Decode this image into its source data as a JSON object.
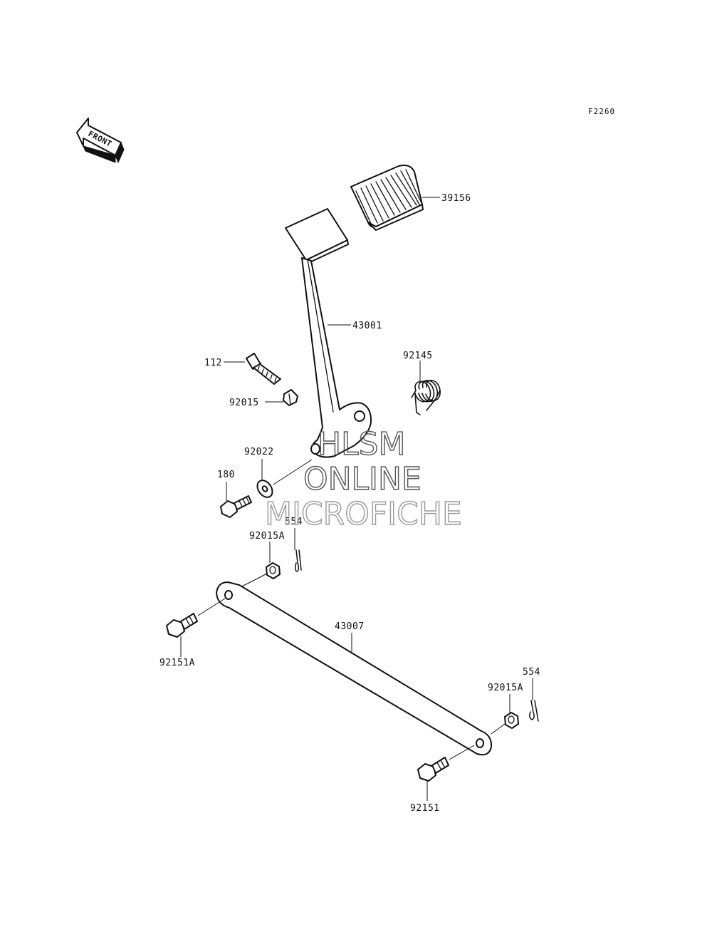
{
  "figure_ref": "F2260",
  "front_arrow": {
    "text": "FRONT",
    "icon": "front-direction-arrow-icon"
  },
  "parts": {
    "pad_39156": "39156",
    "pedal_43001": "43001",
    "spring_92145": "92145",
    "bolt_112": "112",
    "collar_92015": "92015",
    "washer_92022": "92022",
    "bolt_180": "180",
    "pin_554_upper": "554",
    "collar_92015A_upper": "92015A",
    "rod_43007": "43007",
    "bolt_92151A": "92151A",
    "pin_554_lower": "554",
    "collar_92015A_lower": "92015A",
    "bolt_92151": "92151"
  },
  "watermark": {
    "line1": "HLSM",
    "line2": "ONLINE",
    "line3": "MICROFICHE"
  }
}
